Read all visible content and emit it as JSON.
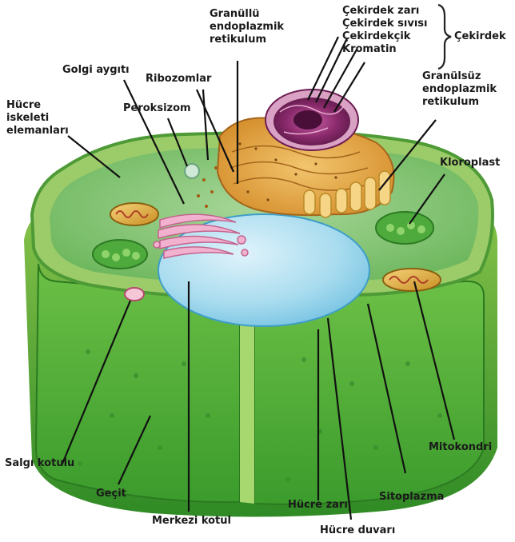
{
  "labels": {
    "granullu_er": [
      "Granüllü",
      "endoplazmik",
      "retikulum"
    ],
    "cekirdek_zari": "Çekirdek zarı",
    "cekirdek_sivisi": "Çekirdek sıvısı",
    "cekirdekcik": "Çekirdekçik",
    "kromatin": "Kromatin",
    "cekirdek": "Çekirdek",
    "golgi": "Golgi aygıtı",
    "ribozomlar": "Ribozomlar",
    "granulsuz_er": [
      "Granülsüz",
      "endoplazmik",
      "retikulum"
    ],
    "hucre_iskeleti": [
      "Hücre",
      "iskeleti",
      "elemanları"
    ],
    "peroksizom": "Peroksizom",
    "kloroplast": "Kloroplast",
    "salgi_kotulu": "Salgı kotulu",
    "mitokondri": "Mitokondri",
    "gecit": "Geçit",
    "hucre_zari": "Hücre zarı",
    "sitoplazma": "Sitoplazma",
    "merkezi_kotul": "Merkezi kotul",
    "hucre_duvari": "Hücre duvarı"
  }
}
